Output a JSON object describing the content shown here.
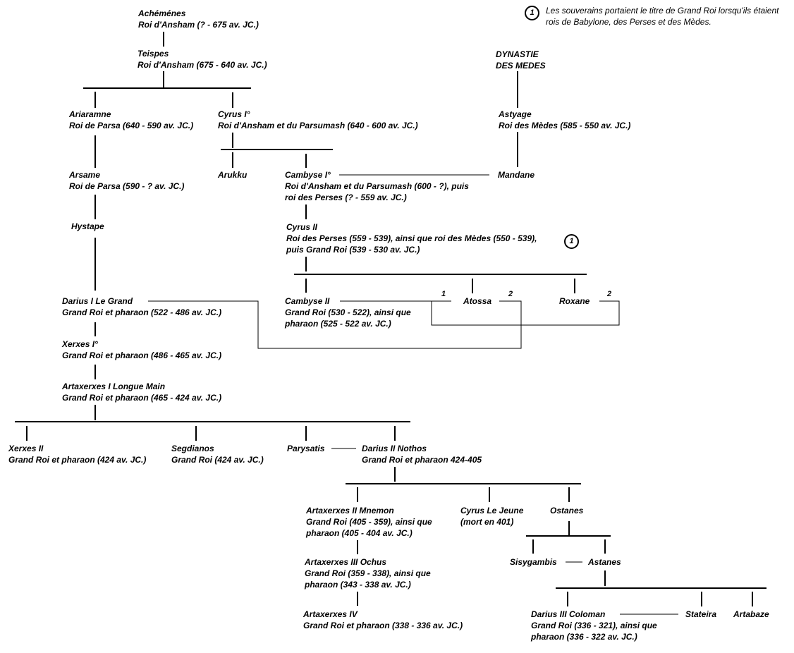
{
  "legend": {
    "marker": "1",
    "text_line1": "Les souverains portaient le titre de Grand Roi lorsqu'ils",
    "text_line2": "étaient rois de Babylone, des Perses et des Mèdes."
  },
  "medes_header": {
    "line1": "DYNASTIE",
    "line2": "DES MEDES"
  },
  "people": {
    "achemenes": {
      "name": "Achéménes",
      "title": "Roi d'Ansham (? - 675 av. JC.)"
    },
    "teispes": {
      "name": "Teispes",
      "title": "Roi d'Ansham (675 - 640 av. JC.)"
    },
    "ariaramne": {
      "name": "Ariaramne",
      "title": "Roi de Parsa (640 - 590 av. JC.)"
    },
    "cyrus1": {
      "name": "Cyrus I°",
      "title": "Roi d'Ansham et du Parsumash (640 - 600 av. JC.)"
    },
    "astyage": {
      "name": "Astyage",
      "title": "Roi des Mèdes (585 - 550 av. JC.)"
    },
    "arsame": {
      "name": "Arsame",
      "title": "Roi de Parsa (590 - ? av. JC.)"
    },
    "arukku": {
      "name": "Arukku"
    },
    "cambyse1": {
      "name": "Cambyse I°",
      "title1": "Roi d'Ansham et du Parsumash (600 - ?), puis",
      "title2": "roi des Perses (? - 559 av. JC.)"
    },
    "mandane": {
      "name": "Mandane"
    },
    "hystape": {
      "name": "Hystape"
    },
    "cyrus2": {
      "name": "Cyrus II",
      "title1": "Roi des Perses (559 - 539), ainsi que roi des Mèdes (550 - 539),",
      "title2": "puis Grand Roi (539 - 530 av. JC.)",
      "marker": "1"
    },
    "darius1": {
      "name": "Darius I Le Grand",
      "title": "Grand Roi et pharaon (522 - 486 av. JC.)"
    },
    "cambyse2": {
      "name": "Cambyse II",
      "title1": "Grand Roi (530 - 522), ainsi que",
      "title2": "pharaon (525 - 522 av. JC.)"
    },
    "atossa": {
      "name": "Atossa",
      "marriage_left": "1",
      "marriage_right": "2"
    },
    "roxane": {
      "name": "Roxane",
      "marriage_right": "2"
    },
    "xerxes1": {
      "name": "Xerxes I°",
      "title": "Grand Roi et pharaon (486 - 465 av. JC.)"
    },
    "artaxerxes1": {
      "name": "Artaxerxes I Longue Main",
      "title": "Grand Roi et pharaon (465 - 424 av. JC.)"
    },
    "xerxes2": {
      "name": "Xerxes II",
      "title": "Grand Roi et pharaon (424 av. JC.)"
    },
    "segdianos": {
      "name": "Segdianos",
      "title": "Grand Roi (424 av. JC.)"
    },
    "parysatis": {
      "name": "Parysatis"
    },
    "darius2": {
      "name": "Darius II Nothos",
      "title": "Grand Roi et pharaon 424-405"
    },
    "artaxerxes2": {
      "name": "Artaxerxes II Mnemon",
      "title1": "Grand Roi (405 - 359), ainsi que",
      "title2": "pharaon (405 - 404 av. JC.)"
    },
    "cyrus_jeune": {
      "name": "Cyrus Le Jeune",
      "title": "(mort en 401)"
    },
    "ostanes": {
      "name": "Ostanes"
    },
    "artaxerxes3": {
      "name": "Artaxerxes III Ochus",
      "title1": "Grand Roi (359 - 338), ainsi que",
      "title2": "pharaon (343 - 338 av. JC.)"
    },
    "sisygambis": {
      "name": "Sisygambis"
    },
    "astanes": {
      "name": "Astanes"
    },
    "artaxerxes4": {
      "name": "Artaxerxes IV",
      "title": "Grand Roi et pharaon (338 - 336 av. JC.)"
    },
    "darius3": {
      "name": "Darius III Coloman",
      "title1": "Grand Roi (336 - 321), ainsi que",
      "title2": "pharaon (336 - 322 av. JC.)"
    },
    "stateira": {
      "name": "Stateira"
    },
    "artabaze": {
      "name": "Artabaze"
    }
  }
}
